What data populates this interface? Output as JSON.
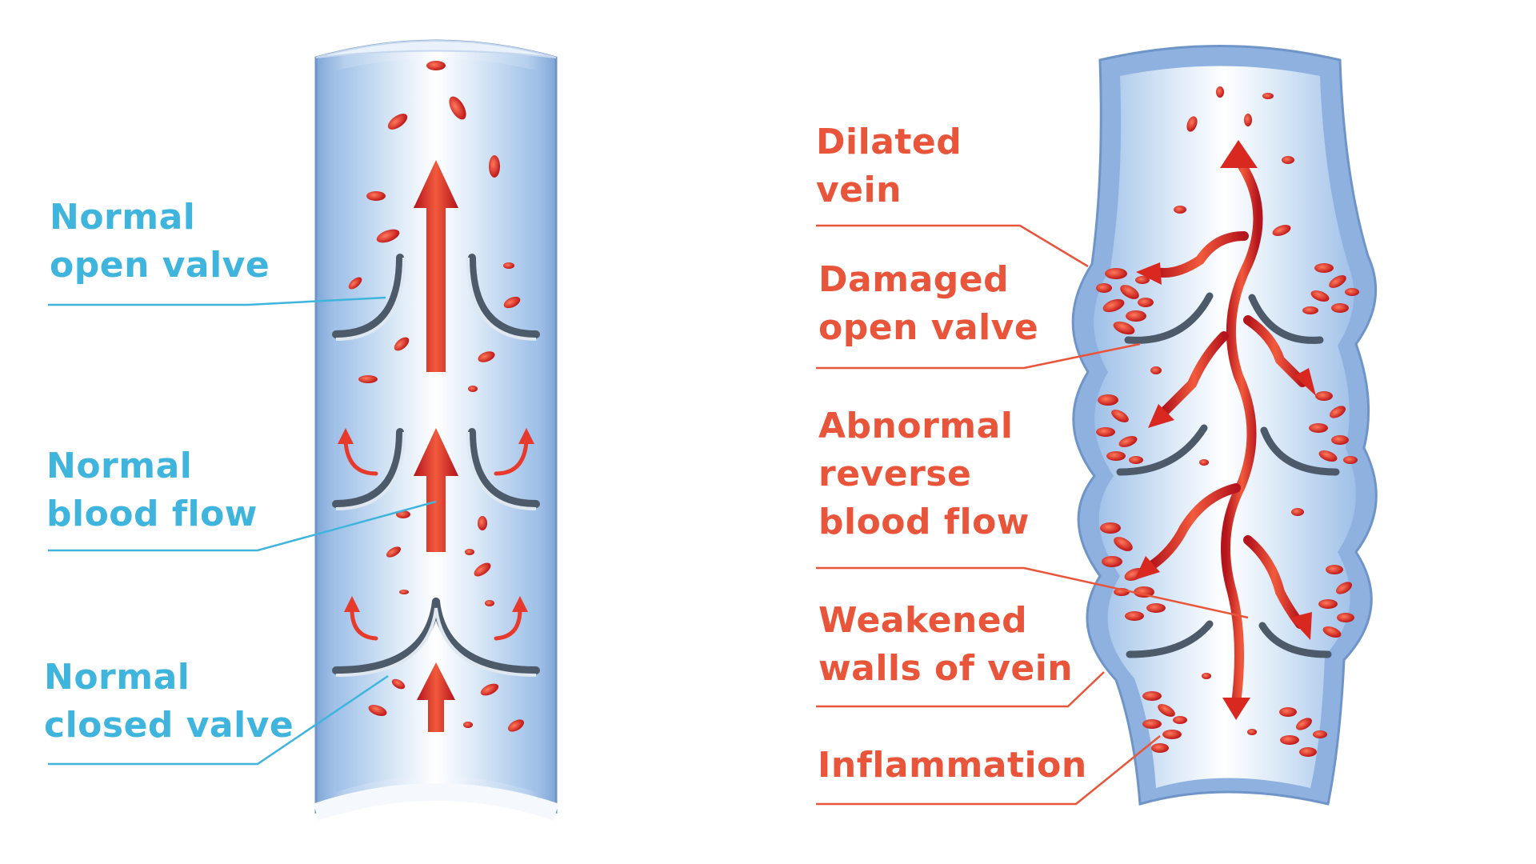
{
  "colors": {
    "normal_label": "#3fb4dd",
    "abnormal_label": "#e8553a",
    "vein_fill": "#c9def4",
    "vein_edge": "#7fa6d8",
    "blood": "#e0322a"
  },
  "icons": {
    "flow_arrow": "up-arrow-icon",
    "reflux_arrow": "wavy-arrow-icon"
  },
  "normal_vein": {
    "labels": [
      {
        "line1": "Normal",
        "line2": "open valve"
      },
      {
        "line1": "Normal",
        "line2": "blood flow"
      },
      {
        "line1": "Normal",
        "line2": "closed valve"
      }
    ]
  },
  "varicose_vein": {
    "labels": [
      {
        "line1": "Dilated",
        "line2": "vein",
        "line3": ""
      },
      {
        "line1": "Damaged",
        "line2": "open valve",
        "line3": ""
      },
      {
        "line1": "Abnormal",
        "line2": "reverse",
        "line3": "blood flow"
      },
      {
        "line1": "Weakened",
        "line2": "walls of vein",
        "line3": ""
      },
      {
        "line1": "Inflammation",
        "line2": "",
        "line3": ""
      }
    ]
  }
}
